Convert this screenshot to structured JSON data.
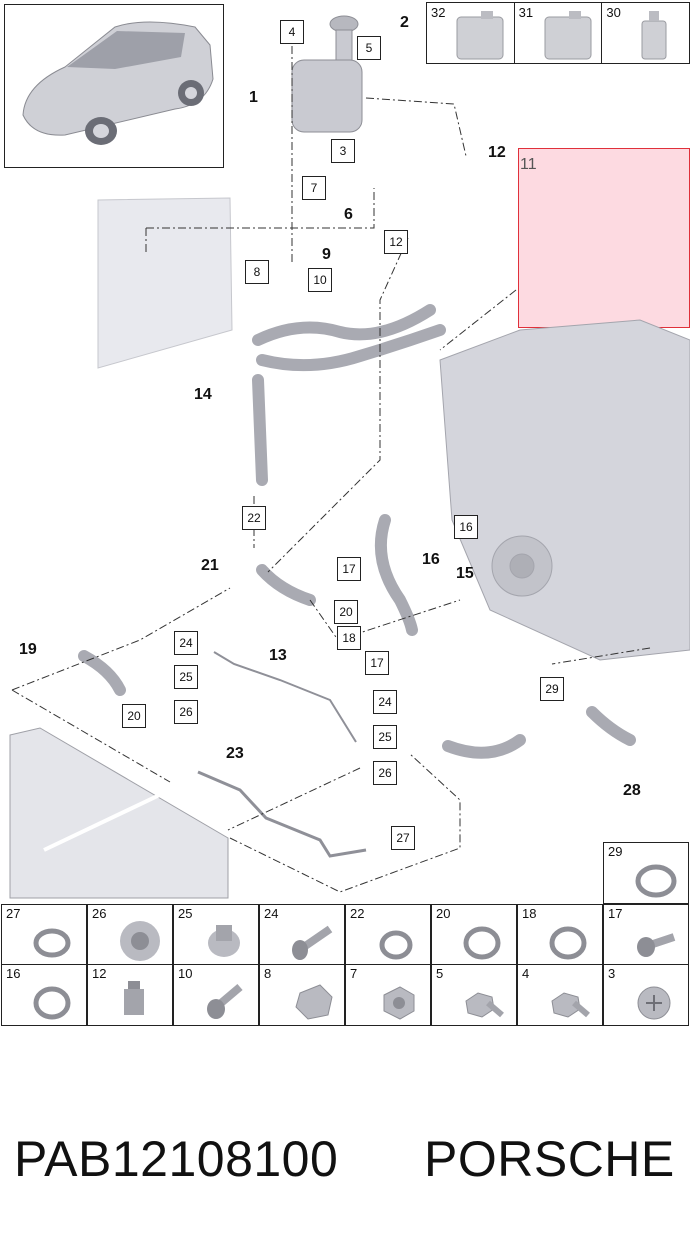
{
  "footer": {
    "part_code": "PAB12108100",
    "brand": "PORSCHE"
  },
  "fluids": [
    {
      "num": "32"
    },
    {
      "num": "31"
    },
    {
      "num": "30"
    }
  ],
  "callouts_bold": [
    "1",
    "2",
    "6",
    "9",
    "12",
    "14",
    "21",
    "16",
    "15",
    "19",
    "13",
    "23",
    "28"
  ],
  "callouts_boxed": [
    "4",
    "5",
    "3",
    "7",
    "8",
    "10",
    "12",
    "22",
    "16",
    "17",
    "20",
    "18",
    "17",
    "24",
    "25",
    "26",
    "20",
    "24",
    "25",
    "26",
    "27",
    "29"
  ],
  "highlight_label": "11",
  "parts_row1": [
    {
      "num": "27",
      "icon": "hose-clamp-icon"
    },
    {
      "num": "26",
      "icon": "grommet-icon"
    },
    {
      "num": "25",
      "icon": "flange-nut-icon"
    },
    {
      "num": "24",
      "icon": "bolt-icon"
    },
    {
      "num": "22",
      "icon": "hose-clamp-icon"
    },
    {
      "num": "20",
      "icon": "hose-clamp-icon"
    },
    {
      "num": "18",
      "icon": "hose-clamp-icon"
    },
    {
      "num": "17",
      "icon": "bolt-icon"
    }
  ],
  "parts_row2": [
    {
      "num": "16",
      "icon": "hose-clamp-icon"
    },
    {
      "num": "12",
      "icon": "connector-icon"
    },
    {
      "num": "10",
      "icon": "bolt-icon"
    },
    {
      "num": "8",
      "icon": "hex-nut-icon"
    },
    {
      "num": "7",
      "icon": "hex-nut-icon"
    },
    {
      "num": "5",
      "icon": "hex-bolt-icon"
    },
    {
      "num": "4",
      "icon": "hex-bolt-icon"
    },
    {
      "num": "3",
      "icon": "screw-icon"
    }
  ],
  "part_29": {
    "num": "29",
    "icon": "hose-clamp-icon"
  }
}
